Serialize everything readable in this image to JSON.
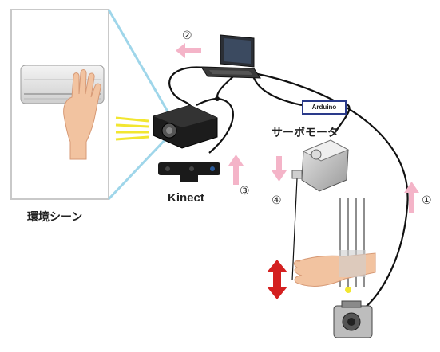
{
  "labels": {
    "environment_scene": "環境シーン",
    "kinect": "Kinect",
    "servo_motor": "サーボモータ",
    "arduino": "Arduino"
  },
  "steps": {
    "s1": "①",
    "s2": "②",
    "s3": "③",
    "s4": "④"
  },
  "colors": {
    "arrow_pink": "#f4b4c8",
    "double_arrow_red": "#d42020",
    "projection_blue": "#9fd6ea",
    "light_yellow": "#f2e630",
    "cable": "#111111",
    "arduino_border": "#2a3a8a"
  }
}
